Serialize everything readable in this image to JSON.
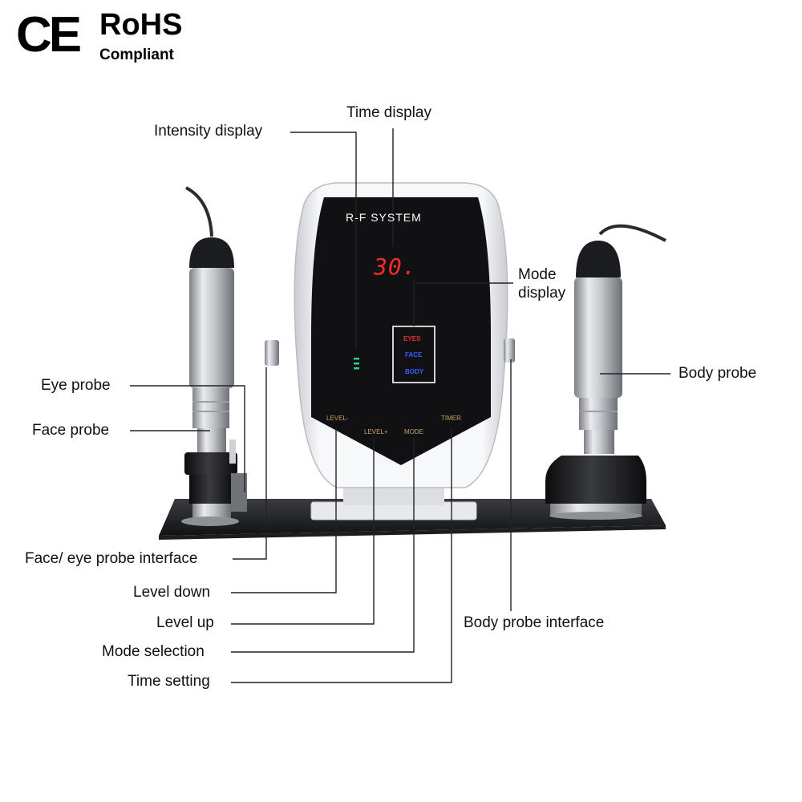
{
  "certifications": {
    "ce_mark": "CE",
    "rohs_title": "RoHS",
    "rohs_subtitle": "Compliant"
  },
  "device": {
    "panel_title": "R-F SYSTEM",
    "time_value": "30.",
    "modes": [
      "EYES",
      "FACE",
      "BODY"
    ],
    "buttons": [
      "LEVEL-",
      "LEVEL+",
      "MODE",
      "TIMER"
    ]
  },
  "callouts": {
    "time_display": "Time display",
    "intensity_display": "Intensity display",
    "mode_display_1": "Mode",
    "mode_display_2": "display",
    "eye_probe": "Eye probe",
    "face_probe": "Face probe",
    "body_probe": "Body probe",
    "face_eye_interface": "Face/ eye probe interface",
    "level_down": "Level down",
    "level_up": "Level up",
    "mode_selection": "Mode selection",
    "time_setting": "Time setting",
    "body_probe_interface": "Body probe interface"
  },
  "colors": {
    "time_digits": "#ff2a2a",
    "mode_eyes": "#e8303a",
    "mode_face_body": "#3a5cff",
    "intensity_led": "#22d38a",
    "panel": "#111113",
    "button_text": "#c9a06a"
  }
}
